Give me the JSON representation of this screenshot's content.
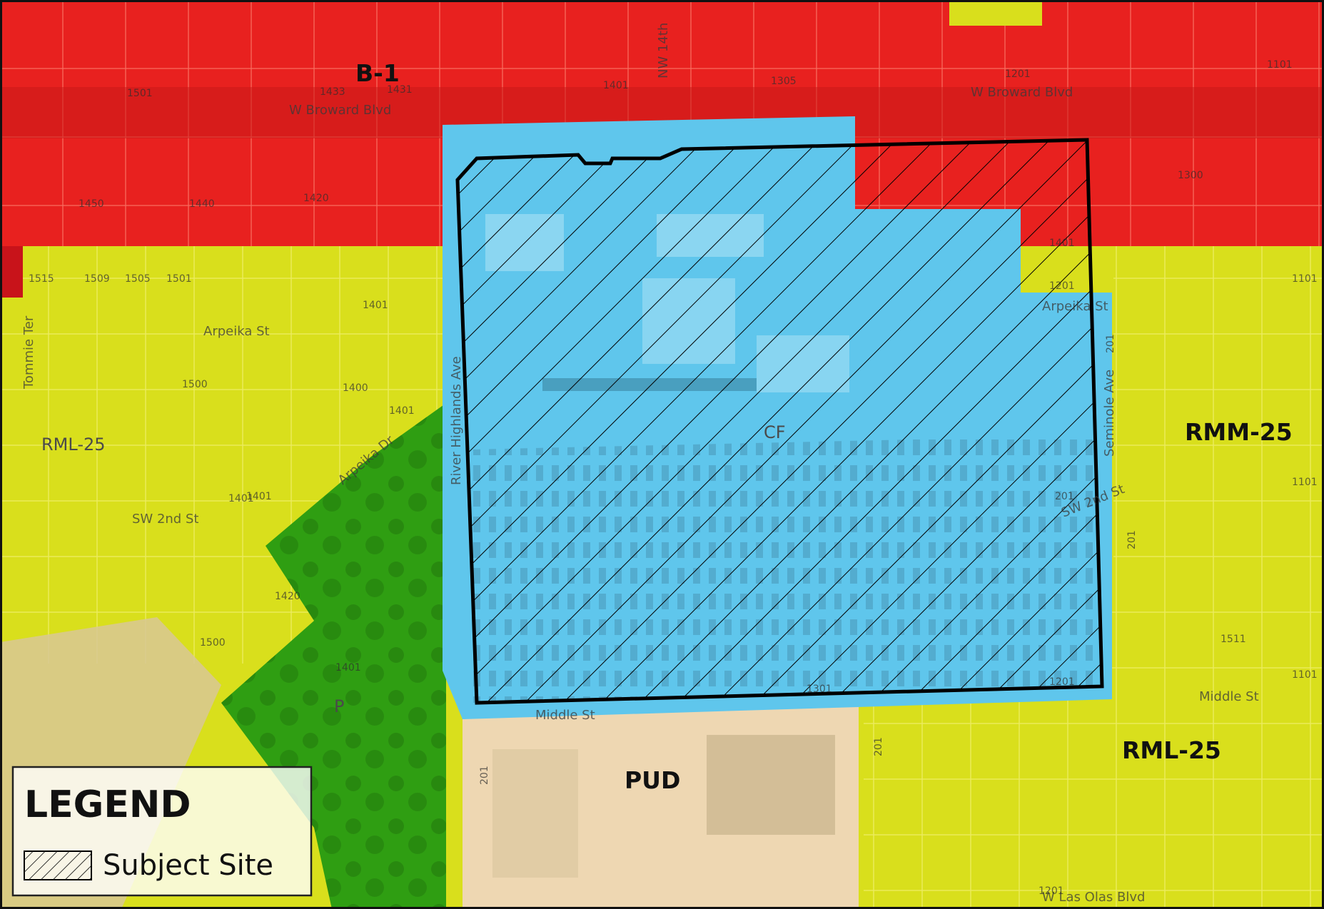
{
  "zones": {
    "b1": "B-1",
    "cf": "CF",
    "rml_west": "RML-25",
    "rml_east": "RML-25",
    "rmm": "RMM-25",
    "park": "P",
    "pud": "PUD"
  },
  "streets": {
    "broward_west": "W Broward Blvd",
    "broward_east": "W Broward Blvd",
    "arpeika_west": "Arpeika St",
    "arpeika_east": "Arpeika St",
    "sw2nd_west": "SW 2nd St",
    "sw2nd_east": "SW 2nd St",
    "middle_center": "Middle St",
    "middle_east": "Middle St",
    "las_olas": "W Las Olas Blvd",
    "tommie": "Tommie Ter",
    "river_highlands": "River Highlands Ave",
    "seminole": "Seminole Ave",
    "arpeika_dr": "Arpeika Dr",
    "nw14th": "NW 14th"
  },
  "parcels": [
    "1501",
    "1433",
    "1431",
    "1401",
    "1305",
    "1201",
    "1101",
    "1450",
    "1440",
    "1420",
    "1515",
    "1509",
    "1505",
    "1501",
    "1401",
    "1300",
    "1201",
    "1101",
    "1401",
    "1401",
    "1401",
    "1401",
    "201",
    "1301",
    "1201",
    "1101",
    "1401",
    "1420",
    "1400",
    "1500",
    "1500",
    "1511",
    "201",
    "201",
    "201",
    "201",
    "1201",
    "1101"
  ],
  "colors": {
    "b1": "#e8211f",
    "cf": "#5fc6ec",
    "residential": "#d9df1c",
    "park": "#2f9e12",
    "pud": "#eed7b2",
    "boundary": "#000000"
  },
  "legend": {
    "title": "LEGEND",
    "item_label": "Subject Site",
    "item_icon": "diagonal-hatch-icon"
  }
}
